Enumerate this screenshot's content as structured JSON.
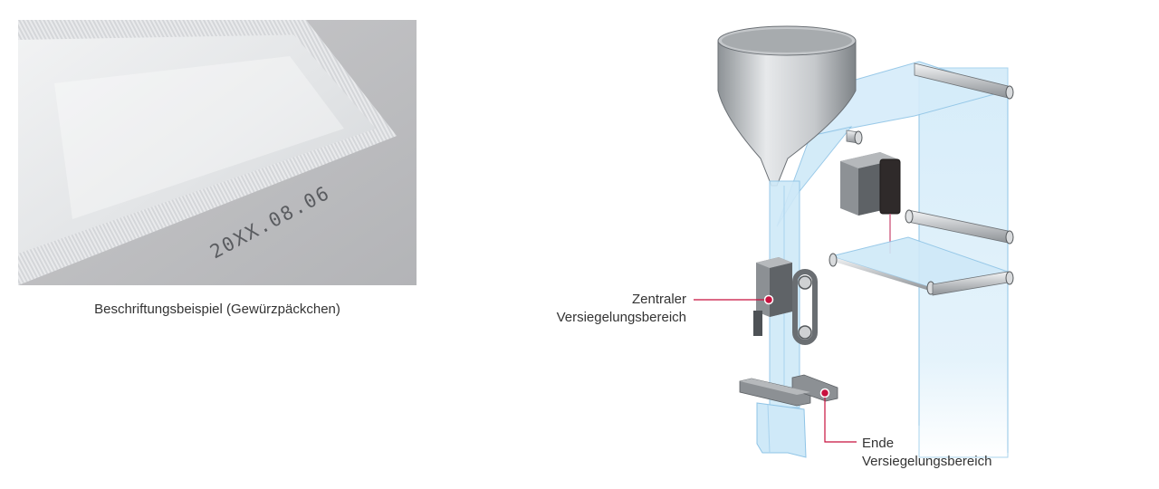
{
  "photo": {
    "print_text": "20XX.08.06",
    "caption": "Beschriftungsbeispiel (Gewürzpäckchen)"
  },
  "diagram": {
    "callouts": {
      "central": {
        "line1": "Zentraler",
        "line2": "Versiegelungsbereich"
      },
      "end": {
        "line1": "Ende",
        "line2": "Versiegelungsbereich"
      }
    }
  },
  "colors": {
    "marker": "#c8103e",
    "film": "#cfe9f8",
    "metal": "#b9bcbf",
    "background": "#ffffff"
  }
}
